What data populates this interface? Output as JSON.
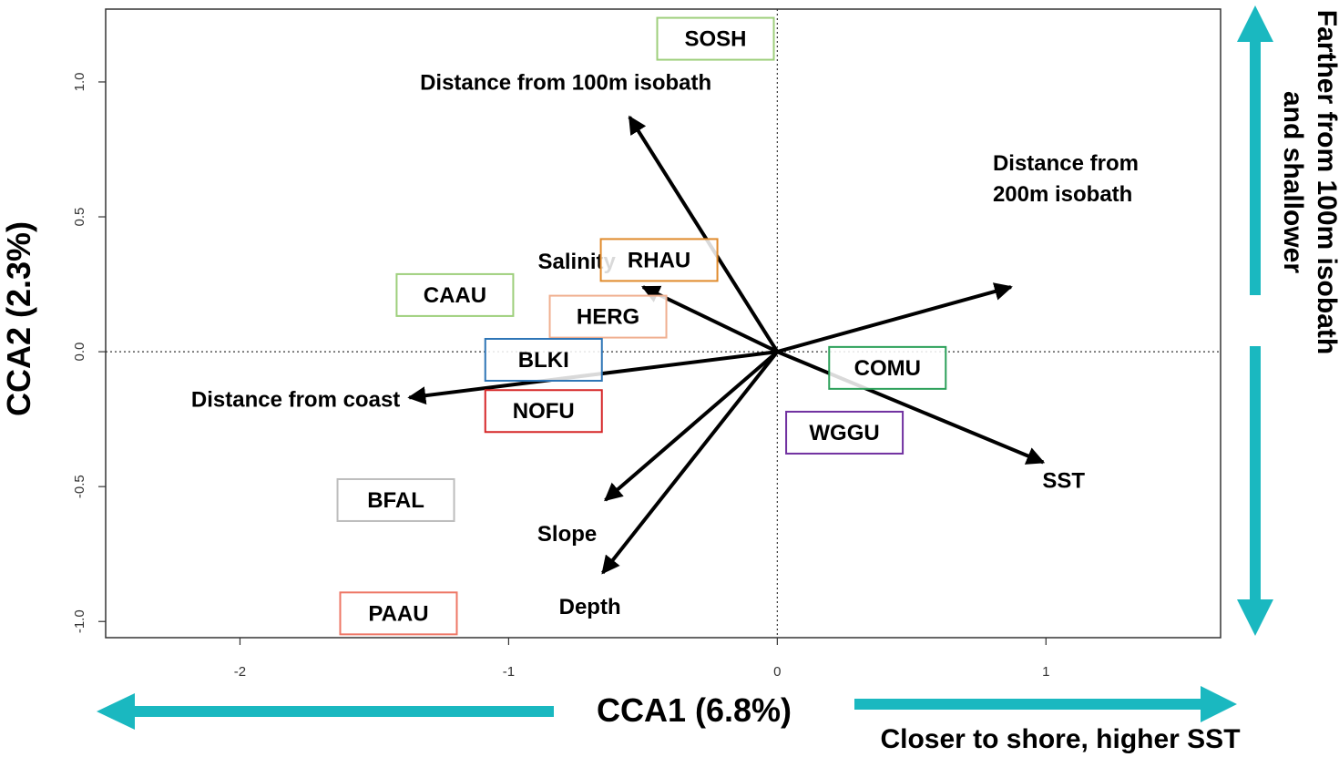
{
  "chart_data": {
    "type": "scatter",
    "title": "",
    "xlabel": "CCA1 (6.8%)",
    "ylabel": "CCA2 (2.3%)",
    "xlim": [
      -2.5,
      1.65
    ],
    "ylim": [
      -1.06,
      1.27
    ],
    "xticks": [
      -2,
      -1,
      0,
      1
    ],
    "yticks": [
      -1.0,
      -0.5,
      0.0,
      0.5,
      1.0
    ],
    "xtick_labels": [
      "-2",
      "-1",
      "0",
      "1"
    ],
    "ytick_labels": [
      "-1.0",
      "-0.5",
      "0.0",
      "0.5",
      "1.0"
    ],
    "reference_lines": {
      "x": 0,
      "y": 0,
      "style": "dotted"
    },
    "species": [
      {
        "label": "SOSH",
        "x": -0.23,
        "y": 1.16,
        "color": "#9ecf7c"
      },
      {
        "label": "RHAU",
        "x": -0.44,
        "y": 0.34,
        "color": "#e08a2b"
      },
      {
        "label": "CAAU",
        "x": -1.2,
        "y": 0.21,
        "color": "#9ecf7c"
      },
      {
        "label": "HERG",
        "x": -0.63,
        "y": 0.13,
        "color": "#f0b090"
      },
      {
        "label": "BLKI",
        "x": -0.87,
        "y": -0.03,
        "color": "#2e75b6"
      },
      {
        "label": "NOFU",
        "x": -0.87,
        "y": -0.22,
        "color": "#d62728"
      },
      {
        "label": "COMU",
        "x": 0.41,
        "y": -0.06,
        "color": "#2ca05a"
      },
      {
        "label": "WGGU",
        "x": 0.25,
        "y": -0.3,
        "color": "#7030a0"
      },
      {
        "label": "BFAL",
        "x": -1.42,
        "y": -0.55,
        "color": "#bdbdbd"
      },
      {
        "label": "PAAU",
        "x": -1.41,
        "y": -0.97,
        "color": "#ee7766"
      }
    ],
    "vectors": [
      {
        "label": "Distance from 100m isobath",
        "x": -0.55,
        "y": 0.87
      },
      {
        "label": "Distance from 200m isobath",
        "x": 0.87,
        "y": 0.24
      },
      {
        "label": "Salinity",
        "x": -0.5,
        "y": 0.24
      },
      {
        "label": "Distance from coast",
        "x": -1.37,
        "y": -0.17
      },
      {
        "label": "SST",
        "x": 0.99,
        "y": -0.41
      },
      {
        "label": "Slope",
        "x": -0.64,
        "y": -0.55
      },
      {
        "label": "Depth",
        "x": -0.65,
        "y": -0.82
      }
    ]
  },
  "annotations": {
    "left_arrow_color": "#1ab8c0",
    "right_arrow_text": "Closer to shore, higher SST",
    "top_text_line1": "Farther from 100m isobath",
    "top_text_line2": "and shallower"
  }
}
